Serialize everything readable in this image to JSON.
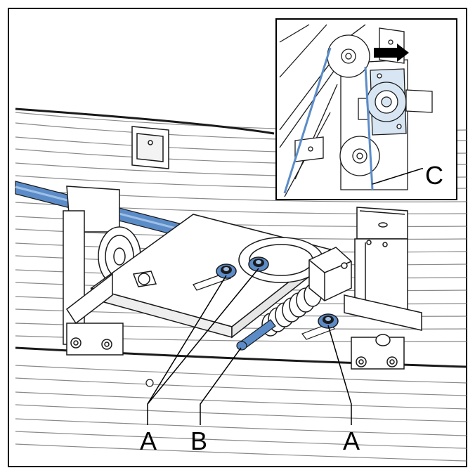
{
  "labels": {
    "a_left": "A",
    "b": "B",
    "a_right": "A",
    "c": "C"
  },
  "colors": {
    "belt": "#5b8cc8",
    "belt_light": "#9fc0e6",
    "part_fill": "#ffffff",
    "line": "#1a1a1a",
    "rail": "#7a7a7a",
    "frame": "#000000"
  },
  "icons": {
    "direction_arrow": "right-arrow-icon"
  }
}
